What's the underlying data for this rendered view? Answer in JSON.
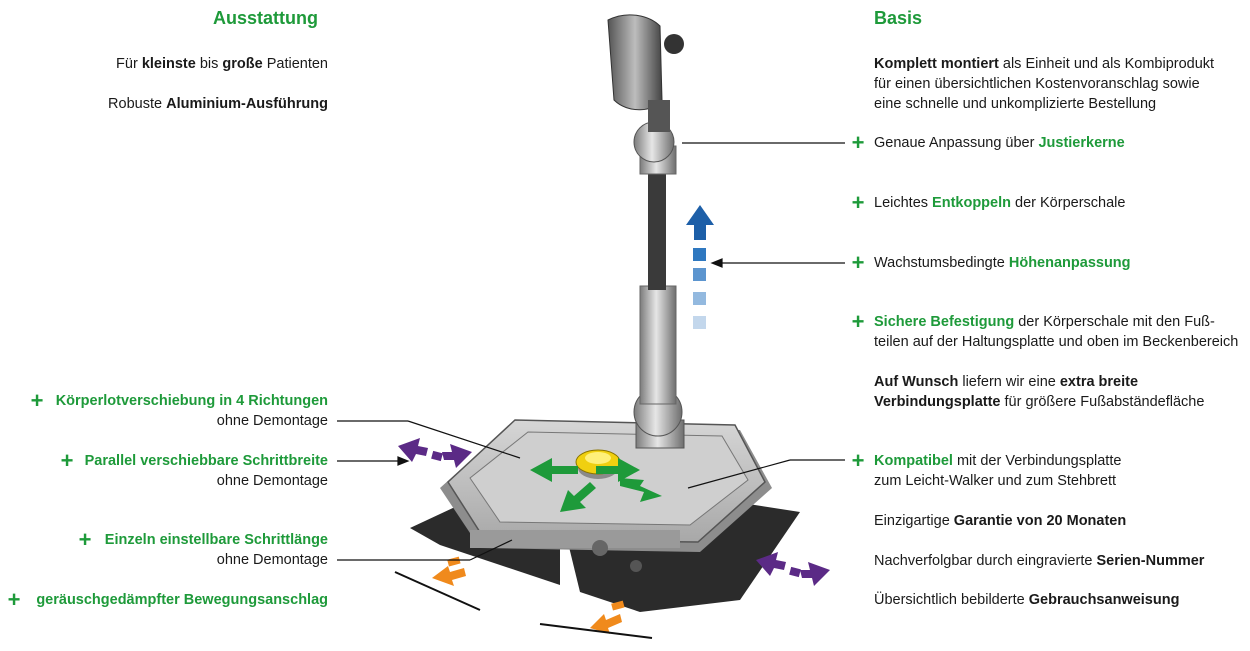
{
  "left": {
    "heading": "Ausstattung",
    "line1": {
      "pre": "Für ",
      "b1": "kleinste",
      "mid": " bis ",
      "b2": "große",
      "post": " Patienten"
    },
    "line2": {
      "pre": "Robuste ",
      "b": "Aluminium-Ausführung"
    },
    "feat1": {
      "title": "Körperlotverschiebung in 4 Richtungen",
      "sub": "ohne Demontage"
    },
    "feat2": {
      "title": "Parallel verschiebbare Schrittbreite",
      "sub": "ohne Demontage"
    },
    "feat3": {
      "title": "Einzeln einstellbare Schrittlänge",
      "sub": "ohne Demontage"
    },
    "feat4": {
      "title": "geräuschgedämpfter Bewegungsanschlag"
    }
  },
  "right": {
    "heading": "Basis",
    "intro": {
      "b": "Komplett montiert",
      "l1": " als Einheit und als Kombiprodukt",
      "l2": "für einen übersichtlichen Kostenvoranschlag sowie",
      "l3": "eine schnelle und unkomplizierte Bestellung"
    },
    "f1": {
      "pre": "Genaue Anpassung über ",
      "g": "Justierkerne"
    },
    "f2": {
      "pre": "Leichtes ",
      "g": "Entkoppeln",
      "post": " der Körperschale"
    },
    "f3": {
      "pre": "Wachstumsbedingte ",
      "g": "Höhenanpassung"
    },
    "f4": {
      "g": "Sichere Befestigung",
      "post": " der Körperschale mit den Fuß-",
      "l2": "teilen auf der Haltungsplatte und oben im Beckenbereich"
    },
    "f5": {
      "b1": "Auf Wunsch",
      "mid": " liefern wir eine ",
      "b2": "extra breite",
      "b3": "Verbindungsplatte",
      "post": " für größere Fußabständefläche"
    },
    "f6": {
      "g": "Kompatibel",
      "post": " mit der Verbindungsplatte",
      "l2": "zum Leicht-Walker und zum Stehbrett"
    },
    "f7": {
      "pre": "Einzigartige ",
      "b": "Garantie von 20 Monaten"
    },
    "f8": {
      "pre": "Nachverfolgbar durch eingravierte ",
      "b": "Serien-Nummer"
    },
    "f9": {
      "pre": "Übersichtlich bebilderte ",
      "b": "Gebrauchsanweisung"
    }
  },
  "icons": {
    "plus": "+"
  },
  "colors": {
    "green": "#1e9a3a",
    "purple": "#5b2a86",
    "orange": "#f08a1c",
    "blue": "#1d5fa8"
  }
}
